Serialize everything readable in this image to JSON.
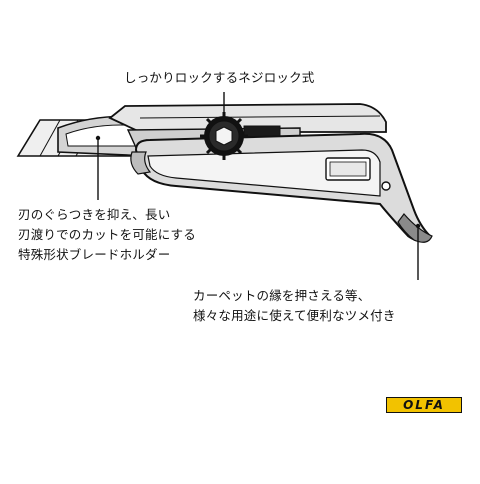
{
  "callouts": {
    "lock": {
      "text": "しっかりロックするネジロック式"
    },
    "holder": {
      "lines": [
        "刃のぐらつきを抑え、長い",
        "刃渡りでのカットを可能にする",
        "特殊形状ブレードホルダー"
      ]
    },
    "hook": {
      "lines": [
        "カーペットの縁を押さえる等、",
        "様々な用途に使えて便利なツメ付き"
      ]
    }
  },
  "brand": {
    "logo_text": "OLFA",
    "logo_color": "#f2c200"
  },
  "colors": {
    "outline": "#111111",
    "body_gray": "#dcdcdc",
    "blade_gray": "#efefef"
  },
  "icons": [
    "screw-lock-wheel-icon",
    "hook-claw-icon"
  ]
}
